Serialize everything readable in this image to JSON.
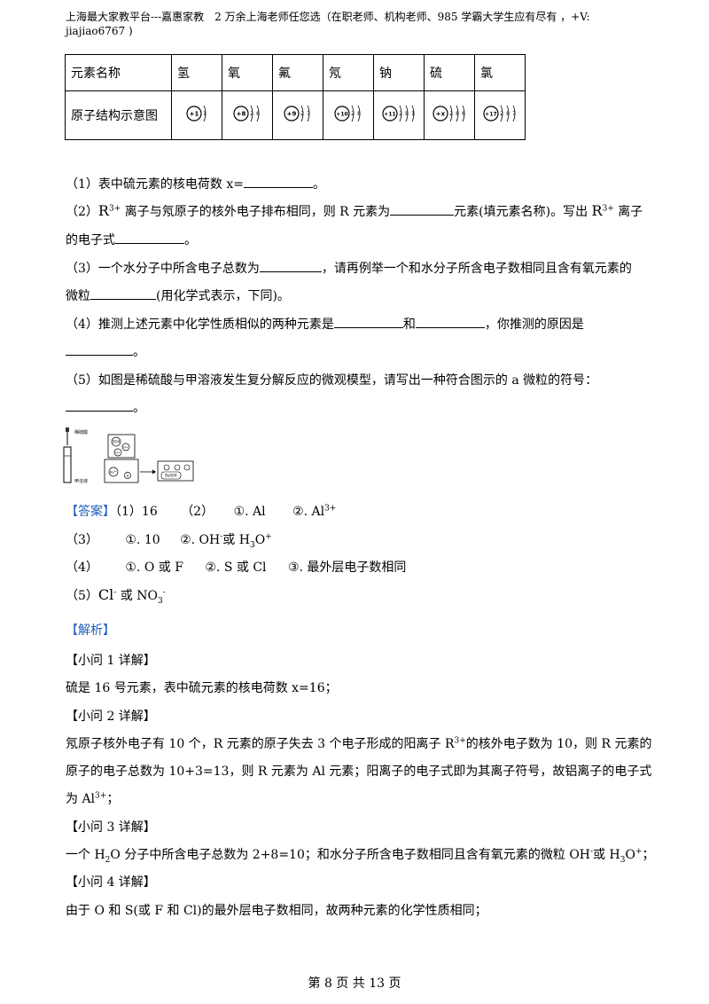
{
  "header": {
    "line1": "上海最大家教平台---嘉惠家教　2 万余上海老师任您选（在职老师、机构老师、985 学霸大学生应有尽有 ，+V:",
    "line2": "jiajiao6767 )"
  },
  "table": {
    "row1_label": "元素名称",
    "elements": [
      "氢",
      "氧",
      "氟",
      "氖",
      "钠",
      "硫",
      "氯"
    ],
    "row2_label": "原子结构示意图",
    "nuclei": [
      "+1",
      "+8",
      "+9",
      "+10",
      "+11",
      "+x",
      "+17"
    ],
    "shells": [
      [
        "1"
      ],
      [
        "2",
        "6"
      ],
      [
        "2",
        "7"
      ],
      [
        "2",
        "8"
      ],
      [
        "2",
        "8",
        "1"
      ],
      [
        "2",
        "8",
        "6"
      ],
      [
        "2",
        "8",
        "7"
      ]
    ]
  },
  "questions": {
    "q1": {
      "text": "（1）表中硫元素的核电荷数 x=",
      "end": "。"
    },
    "q2": {
      "p1": "（2）",
      "r": "R",
      "sup": "3+",
      "p2": " 离子与氖原子的核外电子排布相同，则 R 元素为",
      "p3": "元素(填元素名称)。写出 ",
      "p4": " 离子",
      "line2": "的电子式",
      "end": "。"
    },
    "q3": {
      "p1": "（3）一个水分子中所含电子总数为",
      "p2": "，请再例举一个和水分子所含电子数相同且含有氧元素的",
      "line2a": "微粒",
      "line2b": "(用化学式表示，下同)。"
    },
    "q4": {
      "p1": "（4）推测上述元素中化学性质相似的两种元素是",
      "p2": "和",
      "p3": "，你推测的原因是",
      "end": "。"
    },
    "q5": {
      "p1": "（5）如图是稀硫酸与甲溶液发生复分解反应的微观模型，请写出一种符合图示的 a 微粒的符号：",
      "end": "。"
    }
  },
  "figure": {
    "label_top": "稀硫酸",
    "label_bottom": "甲溶液",
    "ion_so4": "SO4",
    "ion_h1": "H+",
    "ion_h2": "H+",
    "ion_ba": "Ba²⁺",
    "ion_a": "a",
    "product_baso4": "BaSO4"
  },
  "answer": {
    "tag": "【答案】",
    "l1": {
      "a": "（1）16",
      "b": "（2）",
      "c": "①. Al",
      "d": "②. Al",
      "d_sup": "3+"
    },
    "l2": {
      "a": "（3）",
      "b": "①. 10",
      "c": "②. OH",
      "c_sup": "-",
      "c2": "或 H",
      "c_sub": "3",
      "c3": "O",
      "c_sup2": "+"
    },
    "l3": {
      "a": "（4）",
      "b": "①. O 或 F",
      "c": "②. S 或 Cl",
      "d": "③. 最外层电子数相同"
    },
    "l4": {
      "a": "（5）",
      "b": "Cl",
      "b_sup": "-",
      "c": " 或 NO",
      "c_sub": "3",
      "c_sup": "-"
    }
  },
  "analysis": {
    "tag": "【解析】",
    "h1": "【小问 1 详解】",
    "p1": "硫是 16 号元素，表中硫元素的核电荷数 x=16；",
    "h2": "【小问 2 详解】",
    "p2a": "氖原子核外电子有 10 个，R 元素的原子失去 3 个电子形成的阳离子 R",
    "p2a_sup": "3+",
    "p2a_end": "的核外电子数为 10，则 R 元素的",
    "p2b": "原子的电子总数为 10+3=13，则 R 元素为 Al 元素；阳离子的电子式即为其离子符号，故铝离子的电子式",
    "p2c": "为 Al",
    "p2c_sup": "3+",
    "p2c_end": "；",
    "h3": "【小问 3 详解】",
    "p3a": "一个 H",
    "p3a_sub": "2",
    "p3b": "O 分子中所含电子总数为 2+8=10；和水分子所含电子数相同且含有氧元素的微粒 OH",
    "p3b_sup": "-",
    "p3c": "或 H",
    "p3c_sub": "3",
    "p3d": "O",
    "p3d_sup": "+",
    "p3e": "；",
    "h4": "【小问 4 详解】",
    "p4": "由于 O 和 S(或 F 和 Cl)的最外层电子数相同，故两种元素的化学性质相同；"
  },
  "footer": "第 8 页 共 13 页"
}
